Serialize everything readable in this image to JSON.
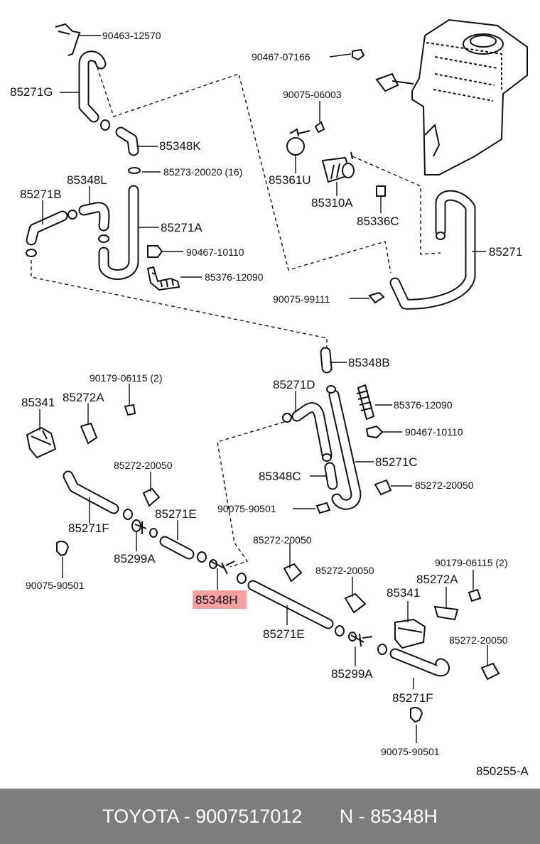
{
  "labels": {
    "l90463": "90463-12570",
    "l85271g": "85271G",
    "l90467a": "90467-07166",
    "l90075a": "90075-06003",
    "l85348k": "85348K",
    "l85273": "85273-20020 (16)",
    "l85361u": "85361U",
    "l85348l": "85348L",
    "l85271b": "85271B",
    "l85310a": "85310A",
    "l85336c": "85336C",
    "l85271a": "85271A",
    "l85271": "85271",
    "l90467b": "90467-10110",
    "l85376a": "85376-12090",
    "l90075b": "90075-99111",
    "l85348b": "85348B",
    "l90179a": "90179-06115 (2)",
    "l85271d": "85271D",
    "l85341a": "85341",
    "l85272a1": "85272A",
    "l85376b": "85376-12090",
    "l90467c": "90467-10110",
    "l85272a": "85272-20050",
    "l85271c": "85271C",
    "l85348c": "85348C",
    "l85272b": "85272-20050",
    "l90075c": "90075-90501",
    "l85271e1": "85271E",
    "l85271f1": "85271F",
    "l85299a1": "85299A",
    "l85272c": "85272-20050",
    "l90075d": "90075-90501",
    "l85348h": "85348H",
    "l85272d": "85272-20050",
    "l90179b": "90179-06115 (2)",
    "l85272a2": "85272A",
    "l85341b": "85341",
    "l85271e2": "85271E",
    "l85272e": "85272-20050",
    "l85299a2": "85299A",
    "l85271f2": "85271F",
    "l90075e": "90075-90501",
    "l850255": "850255-A"
  },
  "highlight_color": "#f4a0a0",
  "footer": {
    "text": "TOYOTA - 9007517012       N - 85348H",
    "background": "#7d7d7d",
    "color": "#ffffff"
  }
}
